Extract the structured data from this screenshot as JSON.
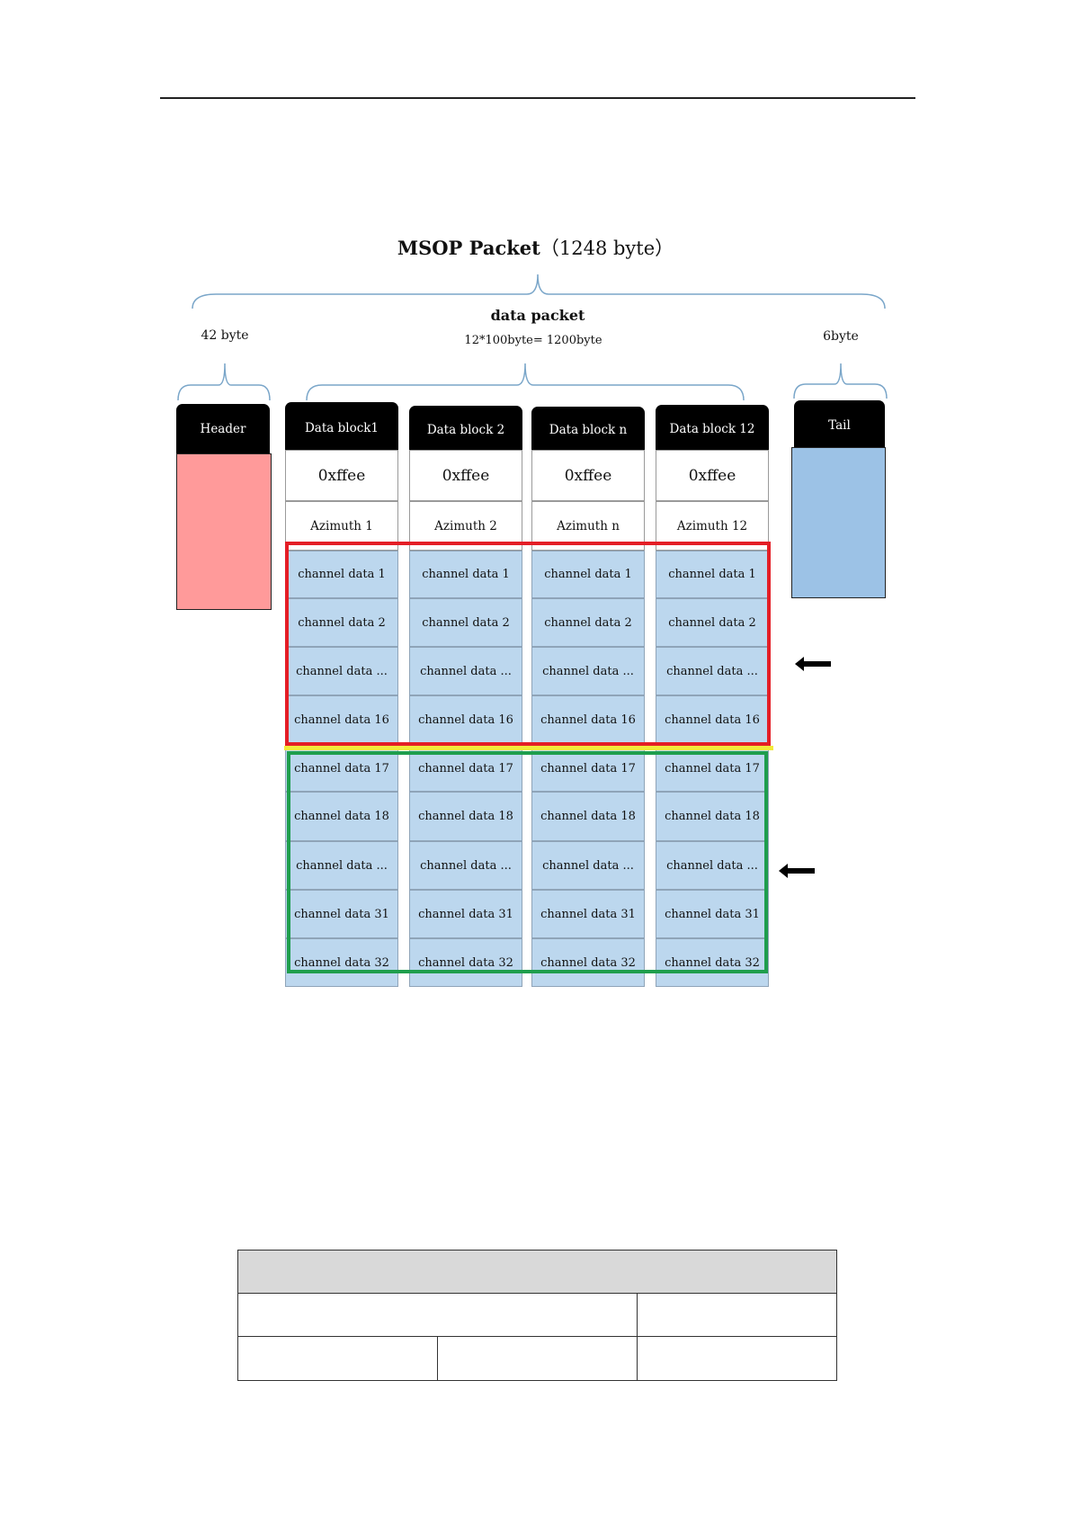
{
  "title": {
    "main": "MSOP Packet",
    "detail": "（1248 byte）"
  },
  "labels": {
    "data_packet": "data packet",
    "data_packet_size": "12*100byte= 1200byte",
    "header_size": "42 byte",
    "tail_size": "6byte"
  },
  "header": {
    "label": "Header"
  },
  "tail": {
    "label": "Tail"
  },
  "blocks": [
    {
      "label": "Data block1",
      "flag": "0xffee",
      "azimuth": "Azimuth 1"
    },
    {
      "label": "Data block 2",
      "flag": "0xffee",
      "azimuth": "Azimuth 2"
    },
    {
      "label": "Data block n",
      "flag": "0xffee",
      "azimuth": "Azimuth n"
    },
    {
      "label": "Data block 12",
      "flag": "0xffee",
      "azimuth": "Azimuth 12"
    }
  ],
  "channels": [
    "channel data 1",
    "channel data 2",
    "channel data ...",
    "channel data 16",
    "channel data 17",
    "channel data 18",
    "channel data ...",
    "channel data 31",
    "channel data 32"
  ],
  "colors": {
    "header_fill": "#ff9a9a",
    "tail_fill": "#9cc2e6",
    "channel_fill": "#bcd7ee",
    "group1_frame": "#e41e26",
    "divider": "#f2ea3a",
    "group2_frame": "#1f9e4d"
  },
  "table": {
    "rows": 3
  }
}
